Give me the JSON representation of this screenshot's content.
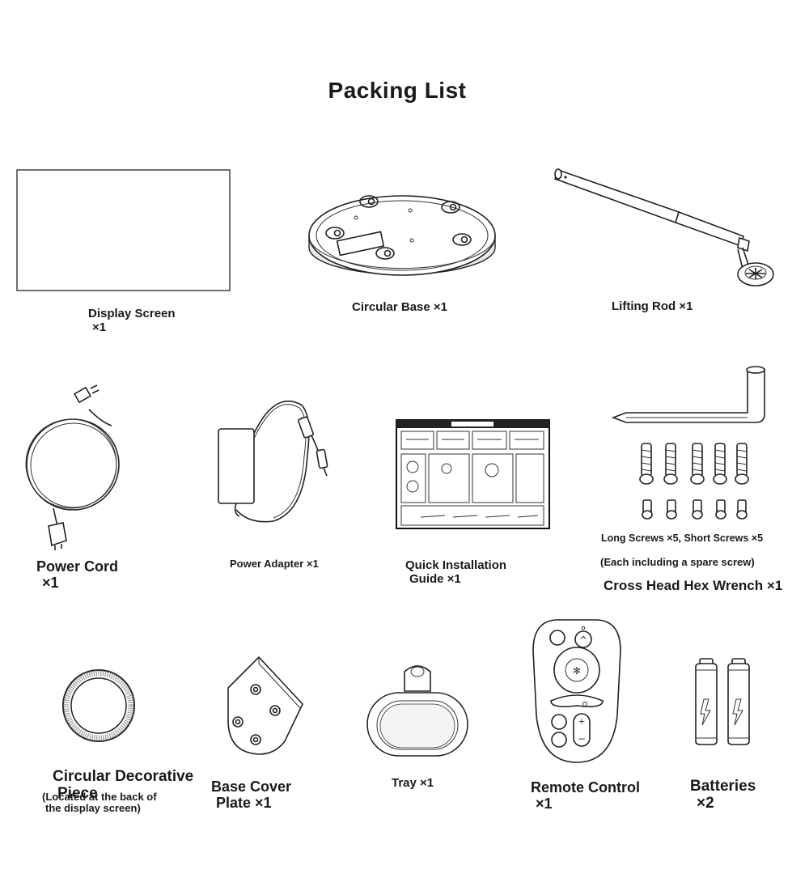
{
  "title": "Packing List",
  "items": {
    "display_screen": {
      "name": "Display Screen",
      "qty": "×1"
    },
    "circular_base": {
      "label": "Circular Base ×1"
    },
    "lifting_rod": {
      "label": "Lifting Rod ×1"
    },
    "power_cord": {
      "name": "Power Cord",
      "qty": "×1"
    },
    "power_adapter": {
      "label": "Power Adapter ×1"
    },
    "quick_guide": {
      "name": "Quick Installation",
      "qty": "Guide ×1"
    },
    "wrench": {
      "screws": "Long Screws ×5, Short Screws ×5",
      "note": "(Each including a spare screw)",
      "label": "Cross Head Hex Wrench ×1"
    },
    "decorative_piece": {
      "name": "Circular Decorative",
      "name2": "Piece",
      "note1": "(Located at the back of",
      "note2": "the display screen)"
    },
    "base_cover": {
      "name": "Base Cover",
      "qty": "Plate ×1"
    },
    "tray": {
      "label": "Tray ×1"
    },
    "remote": {
      "name": "Remote Control",
      "qty": "×1"
    },
    "batteries": {
      "name": "Batteries",
      "qty": "×2"
    }
  },
  "icons": [
    "display-screen-illustration",
    "circular-base-illustration",
    "lifting-rod-illustration",
    "power-cord-illustration",
    "power-adapter-illustration",
    "quick-guide-illustration",
    "hex-wrench-illustration",
    "screws-illustration",
    "decorative-ring-illustration",
    "base-cover-plate-illustration",
    "tray-illustration",
    "remote-control-illustration",
    "batteries-illustration"
  ]
}
